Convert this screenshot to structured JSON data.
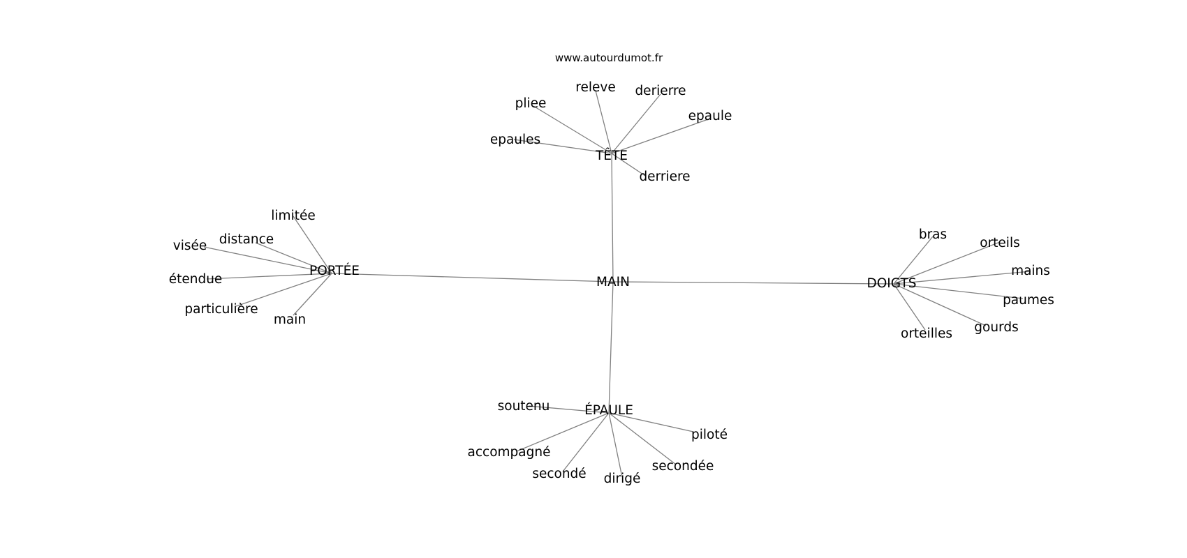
{
  "watermark": "www.autourdumot.fr",
  "graph": {
    "center": "MAIN",
    "groups": [
      {
        "hub": "TÊTE",
        "leaves": [
          "releve",
          "derierre",
          "pliee",
          "epaule",
          "epaules",
          "derriere"
        ]
      },
      {
        "hub": "PORTÉE",
        "leaves": [
          "limitée",
          "distance",
          "visée",
          "étendue",
          "particulière",
          "main"
        ]
      },
      {
        "hub": "DOIGTS",
        "leaves": [
          "bras",
          "orteils",
          "mains",
          "paumes",
          "gourds",
          "orteilles"
        ]
      },
      {
        "hub": "ÉPAULE",
        "leaves": [
          "soutenu",
          "piloté",
          "accompagné",
          "secondée",
          "secondé",
          "dirigé"
        ]
      }
    ]
  }
}
